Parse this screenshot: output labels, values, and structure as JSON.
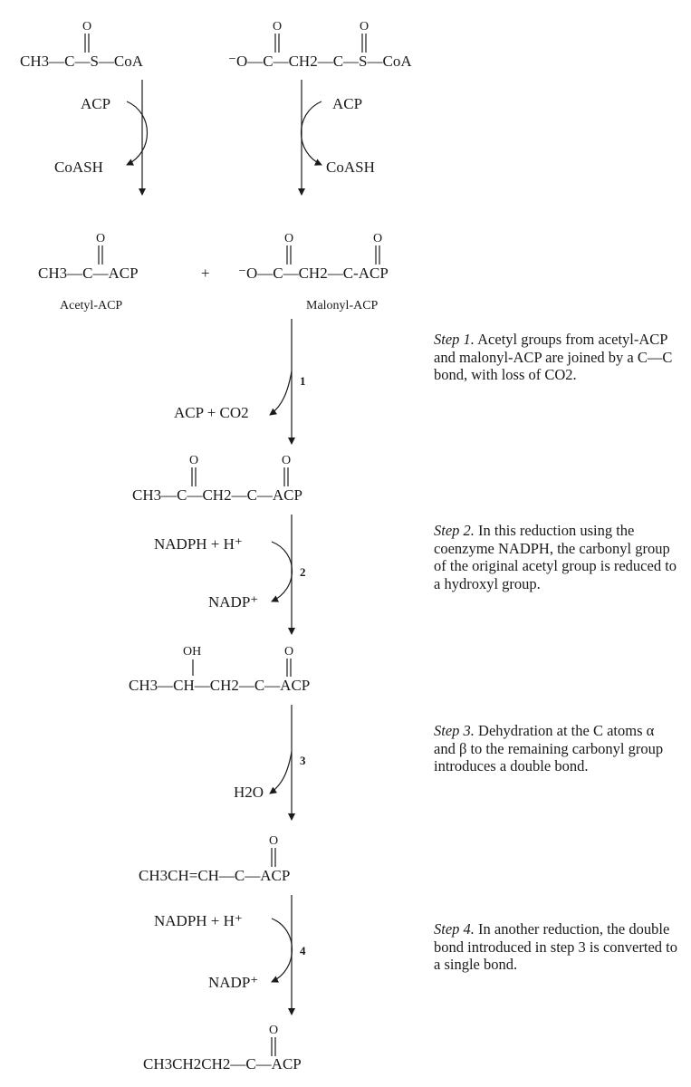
{
  "reactants": {
    "acetyl_coa": "CH3—C—S—CoA",
    "malonyl_coa": "⁻O—C—CH2—C—S—CoA"
  },
  "reagents": {
    "acp_left": "ACP",
    "coash_left": "CoASH",
    "acp_right": "ACP",
    "coash_right": "CoASH"
  },
  "intermediates": {
    "acetyl_acp_formula": "CH3—C—ACP",
    "plus": "+",
    "malonyl_acp_formula": "⁻O—C—CH2—C-ACP",
    "acetyl_acp_label": "Acetyl-ACP",
    "malonyl_acp_label": "Malonyl-ACP"
  },
  "steps": [
    {
      "number": "1",
      "byproduct": "ACP + CO2",
      "title": "Step 1.",
      "text": "Acetyl groups from acetyl-ACP and malonyl-ACP are joined by a C—C bond, with loss of CO2."
    },
    {
      "number": "2",
      "reagent_in": "NADPH + H⁺",
      "reagent_out": "NADP⁺",
      "title": "Step 2.",
      "text": "In this reduction using the coenzyme NADPH, the carbonyl group of the original acetyl group is reduced to a hydroxyl group."
    },
    {
      "number": "3",
      "byproduct": "H2O",
      "title": "Step 3.",
      "text": "Dehydration at the C atoms α and β to the remaining carbonyl group introduces a double bond."
    },
    {
      "number": "4",
      "reagent_in": "NADPH + H⁺",
      "reagent_out": "NADP⁺",
      "title": "Step 4.",
      "text": "In another reduction, the double bond introduced in step 3 is converted to a single bond."
    }
  ],
  "products": {
    "acetoacetyl_acp": "CH3—C—CH2—C—ACP",
    "hydroxybutyryl_acp": "CH3—CH—CH2—C—ACP",
    "hydroxyl_label": "OH",
    "crotonyl_acp": "CH3CH=CH—C—ACP",
    "butyryl_acp": "CH3CH2CH2—C—ACP"
  },
  "carbonyl_oxygen": "O"
}
